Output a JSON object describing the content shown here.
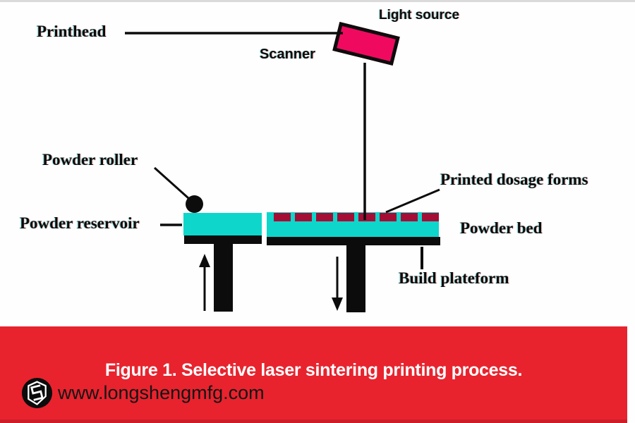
{
  "figure": {
    "caption": "Figure 1. Selective laser sintering printing process.",
    "website": "www.longshengmfg.com"
  },
  "labels": {
    "printhead": "Printhead",
    "light_source": "Light source",
    "scanner": "Scanner",
    "powder_roller": "Powder roller",
    "powder_reservoir": "Powder reservoir",
    "printed_dosage_forms": "Printed dosage forms",
    "powder_bed": "Powder bed",
    "build_platform": "Build plateform"
  },
  "colors": {
    "powder_cyan": "#0ed6cb",
    "light_source_pink": "#f00a5f",
    "dosage_maroon": "#a60d35",
    "banner_red": "#e8232e",
    "ink": "#0c0c0c",
    "caption_white": "#ffffff",
    "website_text": "#141414"
  },
  "dosage_forms": {
    "count": 8
  }
}
